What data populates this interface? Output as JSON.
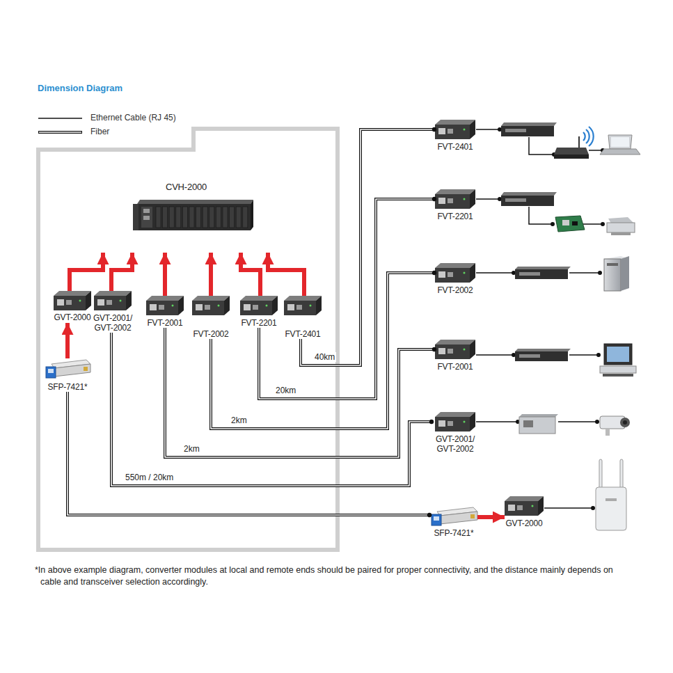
{
  "diagram": {
    "title": "Dimension Diagram",
    "nodes": [
      {
        "text": [
          "CVH-2000"
        ]
      },
      {
        "text": [
          "GVT-2000"
        ]
      },
      {
        "text": [
          "GVT-2001/ GVT-2002"
        ]
      },
      {
        "text": [
          "FVT-2001"
        ]
      },
      {
        "text": [
          "FVT-2002"
        ]
      },
      {
        "text": [
          "FVT-2201"
        ]
      },
      {
        "text": [
          "FVT-2401"
        ]
      },
      {
        "text": [
          "SFP-7421*"
        ]
      },
      {
        "text": [
          "FVT-2401"
        ]
      },
      {
        "text": [
          "FVT-2201"
        ]
      },
      {
        "text": [
          "FVT-2002"
        ]
      },
      {
        "text": [
          "FVT-2001"
        ]
      },
      {
        "text": [
          "GVT-2001/ GVT-2002"
        ]
      },
      {
        "text": [
          "SFP-7421*"
        ]
      },
      {
        "text": [
          "GVT-2000"
        ]
      }
    ],
    "edges": [
      {
        "from": 1,
        "to": 0,
        "arrow": "to"
      },
      {
        "from": 2,
        "to": 0,
        "arrow": "to"
      },
      {
        "from": 3,
        "to": 0,
        "arrow": "to"
      },
      {
        "from": 4,
        "to": 0,
        "arrow": "to"
      },
      {
        "from": 5,
        "to": 0,
        "arrow": "to"
      },
      {
        "from": 6,
        "to": 0,
        "arrow": "to"
      },
      {
        "from": 7,
        "to": 1,
        "arrow": "to"
      },
      {
        "from": 6,
        "to": 8,
        "arrow": "none",
        "label": "40km"
      },
      {
        "from": 5,
        "to": 9,
        "arrow": "none",
        "label": "20km"
      },
      {
        "from": 4,
        "to": 10,
        "arrow": "none",
        "label": "2km"
      },
      {
        "from": 3,
        "to": 11,
        "arrow": "none",
        "label": "2km"
      },
      {
        "from": 2,
        "to": 12,
        "arrow": "none",
        "label": "550m / 20km"
      },
      {
        "from": 7,
        "to": 13,
        "arrow": "none"
      },
      {
        "from": 13,
        "to": 14,
        "arrow": "to"
      }
    ],
    "labels": [
      "*In above example diagram, converter modules at local and remote ends should be paired for proper connectivity, and the distance mainly depends on cable and transceiver selection accordingly."
    ],
    "legend": [
      {
        "text": "Ethernet Cable (RJ 45)"
      },
      {
        "text": "Fiber"
      }
    ]
  }
}
